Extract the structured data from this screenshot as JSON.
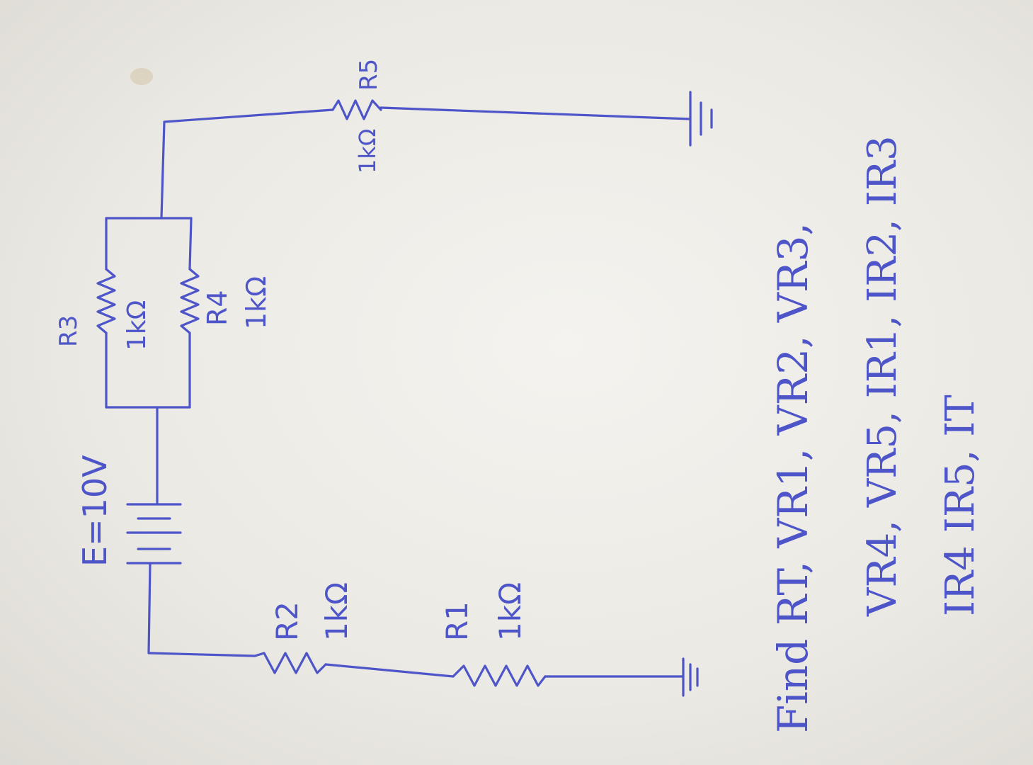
{
  "source": {
    "label": "E=10V"
  },
  "components": {
    "r1": {
      "name": "R1",
      "value": "1kΩ"
    },
    "r2": {
      "name": "R2",
      "value": "1kΩ"
    },
    "r3": {
      "name": "R3",
      "value": "1kΩ"
    },
    "r4": {
      "name": "R4",
      "value": "1kΩ"
    },
    "r5": {
      "name": "R5",
      "value": "1kΩ"
    }
  },
  "question": {
    "line1": "Find RT, VR1, VR2, VR3,",
    "line2": "VR4, VR5, IR1, IR2, IR3",
    "line3": "IR4 IR5, IT"
  },
  "colors": {
    "ink": "#4d55c9",
    "paper": "#f1f0eb"
  }
}
